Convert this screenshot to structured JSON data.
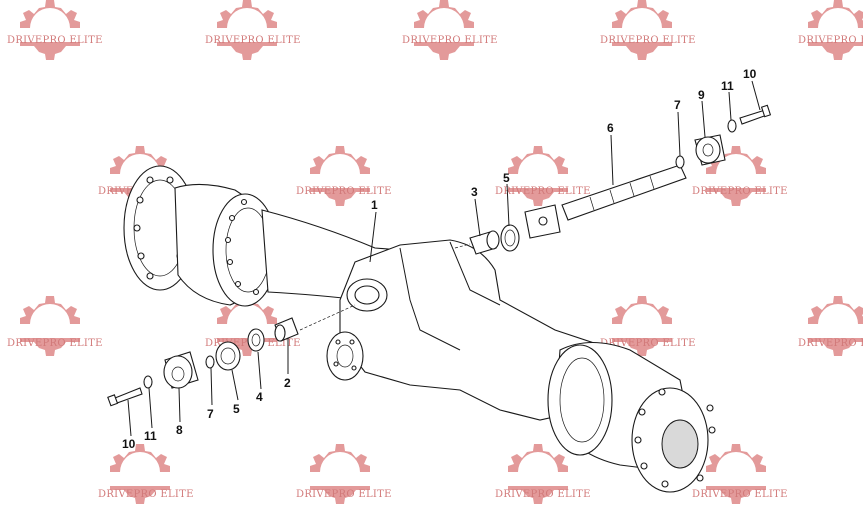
{
  "watermark": {
    "text": "DRIVEPRO ELITE",
    "color": "#d27a7a",
    "icon": "gear-icon"
  },
  "callouts": [
    {
      "id": "c1",
      "label": "1"
    },
    {
      "id": "c2",
      "label": "2"
    },
    {
      "id": "c3",
      "label": "3"
    },
    {
      "id": "c4",
      "label": "4"
    },
    {
      "id": "c5a",
      "label": "5"
    },
    {
      "id": "c5b",
      "label": "5"
    },
    {
      "id": "c6",
      "label": "6"
    },
    {
      "id": "c7a",
      "label": "7"
    },
    {
      "id": "c7b",
      "label": "7"
    },
    {
      "id": "c8",
      "label": "8"
    },
    {
      "id": "c9",
      "label": "9"
    },
    {
      "id": "c10a",
      "label": "10"
    },
    {
      "id": "c10b",
      "label": "10"
    },
    {
      "id": "c11a",
      "label": "11"
    },
    {
      "id": "c11b",
      "label": "11"
    }
  ]
}
